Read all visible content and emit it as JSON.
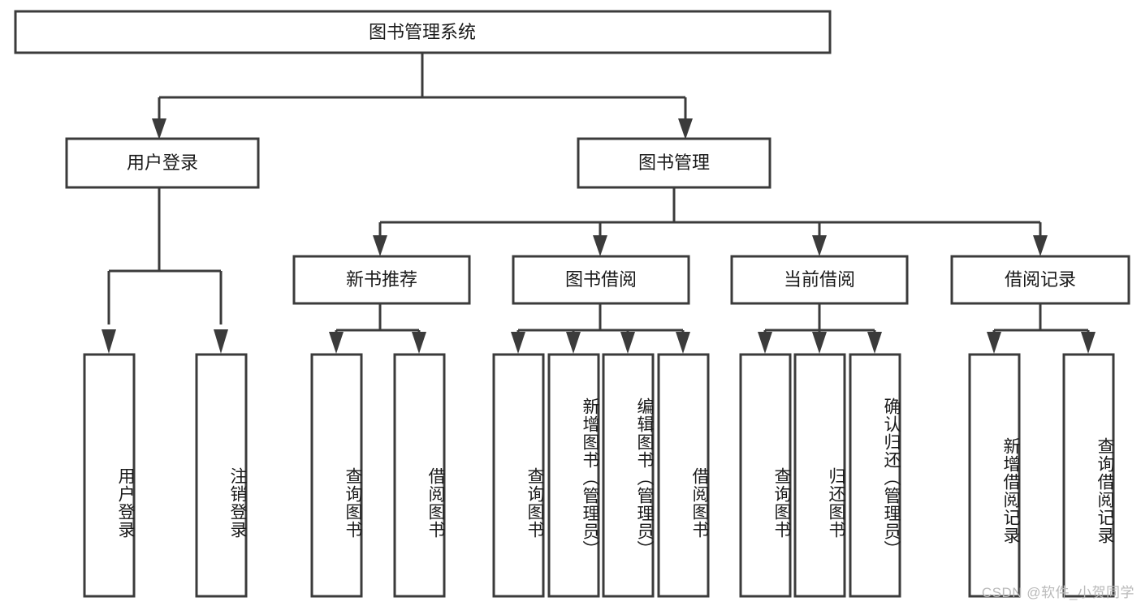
{
  "diagram": {
    "title": "图书管理系统",
    "type": "tree-hierarchy-chart",
    "orientation": "top-down",
    "colors": {
      "box_stroke": "#3b3b3b",
      "box_fill": "#ffffff",
      "connector": "#3b3b3b",
      "text": "#1a1a1a",
      "background": "#ffffff",
      "watermark": "#b9b9b9"
    },
    "root": {
      "label": "图书管理系统"
    },
    "level2": [
      {
        "label": "用户登录"
      },
      {
        "label": "图书管理"
      }
    ],
    "level3": [
      {
        "label": "新书推荐"
      },
      {
        "label": "图书借阅"
      },
      {
        "label": "当前借阅"
      },
      {
        "label": "借阅记录"
      }
    ],
    "leaves": {
      "user_login": [
        {
          "label": "用户登录"
        },
        {
          "label": "注销登录"
        }
      ],
      "new_book_recommend": [
        {
          "label": "查询图书"
        },
        {
          "label": "借阅图书"
        }
      ],
      "book_borrow": [
        {
          "label": "查询图书"
        },
        {
          "label": "新增图书（管理员）"
        },
        {
          "label": "编辑图书（管理员）"
        },
        {
          "label": "借阅图书"
        }
      ],
      "current_borrow": [
        {
          "label": "查询图书"
        },
        {
          "label": "归还图书"
        },
        {
          "label": "确认归还（管理员）"
        }
      ],
      "borrow_record": [
        {
          "label": "新增借阅记录"
        },
        {
          "label": "查询借阅记录"
        }
      ]
    }
  },
  "watermark": {
    "text": "CSDN @软件_小贺同学"
  }
}
